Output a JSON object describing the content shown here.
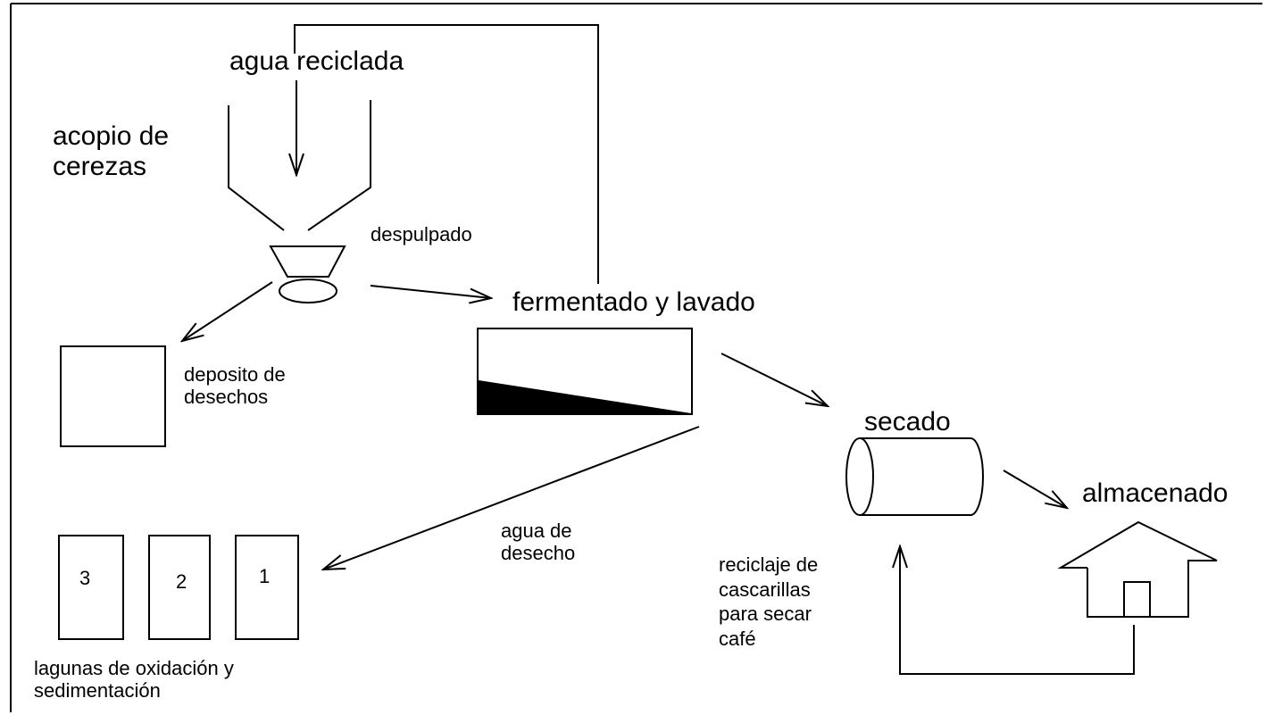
{
  "diagram": {
    "labels": {
      "agua_reciclada": "agua reciclada",
      "acopio_line1": "acopio de",
      "acopio_line2": "cerezas",
      "despulpado": "despulpado",
      "fermentado": "fermentado y lavado",
      "deposito_line1": "deposito de",
      "deposito_line2": "desechos",
      "secado": "secado",
      "almacenado": "almacenado",
      "agua_desecho_line1": "agua de",
      "agua_desecho_line2": "desecho",
      "reciclaje_line1": "reciclaje de",
      "reciclaje_line2": "cascarillas",
      "reciclaje_line3": "para secar",
      "reciclaje_line4": "café",
      "lagunas_line1": "lagunas de oxidación y",
      "lagunas_line2": "sedimentación"
    },
    "lagoons": [
      "3",
      "2",
      "1"
    ],
    "colors": {
      "stroke": "#000000",
      "background": "#ffffff",
      "fill": "#000000"
    }
  }
}
